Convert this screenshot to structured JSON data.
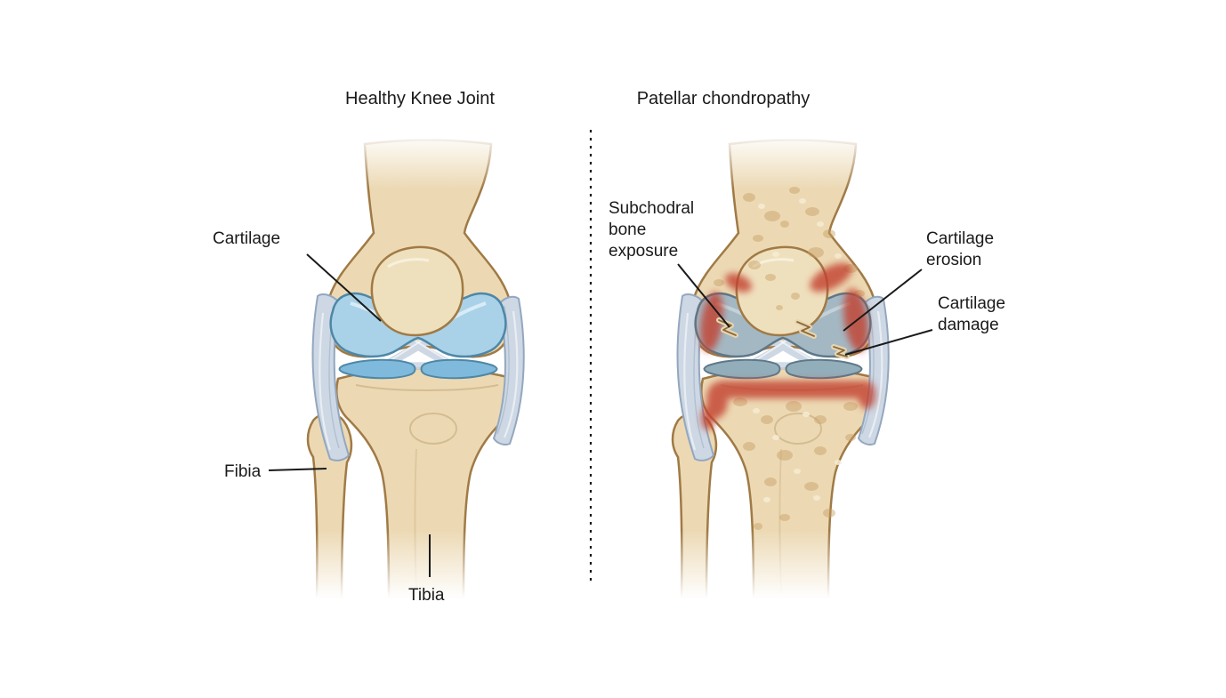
{
  "figure": {
    "type": "medical-illustration-comparison",
    "subject": "knee-joint",
    "panels": [
      {
        "id": "left",
        "title": "Healthy Knee Joint"
      },
      {
        "id": "right",
        "title": "Patellar chondropathy"
      }
    ]
  },
  "annotations": {
    "cartilage": "Cartilage",
    "fibia": "Fibia",
    "tibia": "Tibia",
    "subchondral_bone_exposure": "Subchodral bone exposure",
    "cartilage_erosion": "Cartilage erosion",
    "cartilage_damage": "Cartilage damage"
  },
  "colors": {
    "background": "#ffffff",
    "text": "#1a1a1a",
    "leader_line": "#1a1a1a",
    "divider": "#1a1a1a",
    "bone": "#ecd9b4",
    "bone_outline": "#a07a45",
    "patella": "#efe0bd",
    "cartilage_healthy": "#a9d2e8",
    "cartilage_healthy_outline": "#4e87a6",
    "meniscus_healthy": "#7fb9dc",
    "cartilage_diseased": "#a4b8c4",
    "cartilage_diseased_outline": "#5e7888",
    "meniscus_diseased": "#93aebb",
    "ligament": "#cdd8e4",
    "ligament_outline": "#93a7bf",
    "inflammation": "#c2402f",
    "bone_mottle": "#c89f63"
  }
}
